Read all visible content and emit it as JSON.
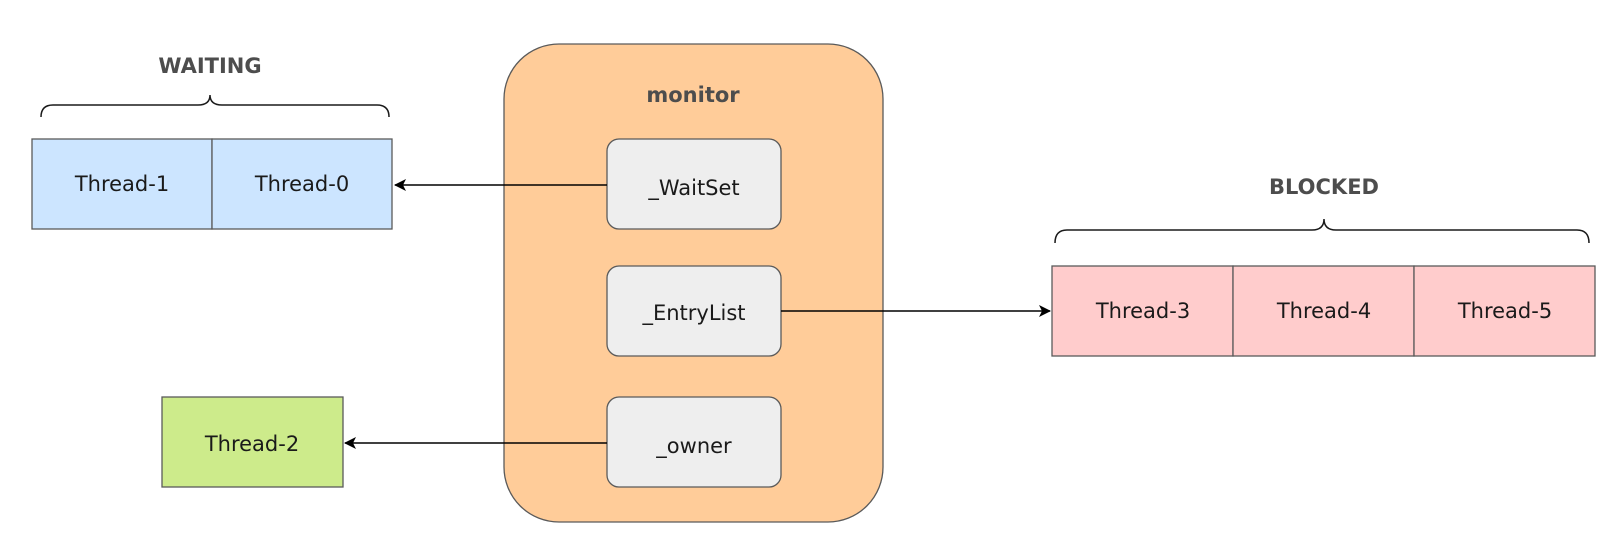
{
  "waiting": {
    "label": "WAITING",
    "threads": [
      "Thread-1",
      "Thread-0"
    ],
    "fill": "#cce5ff"
  },
  "monitor": {
    "title": "monitor",
    "fill": "#ffcc99",
    "wait_set": "_WaitSet",
    "entry_list": "_EntryList",
    "owner": "_owner",
    "field_fill": "#eeeeee"
  },
  "blocked": {
    "label": "BLOCKED",
    "threads": [
      "Thread-3",
      "Thread-4",
      "Thread-5"
    ],
    "fill": "#ffcccc"
  },
  "owner_thread": {
    "label": "Thread-2",
    "fill": "#cdeb8b"
  }
}
